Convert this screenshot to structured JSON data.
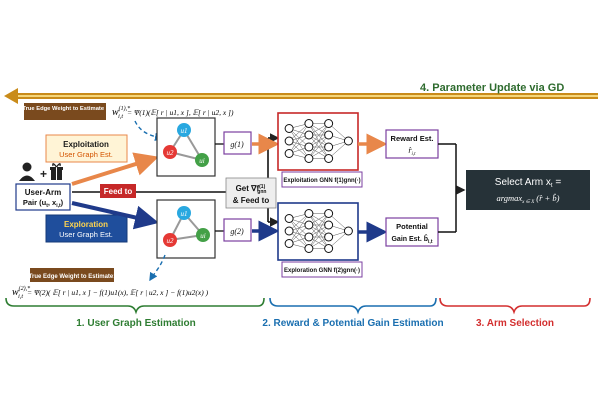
{
  "top_arrow": {
    "label": "4. Parameter Update via GD",
    "color": "#c98b1a"
  },
  "true_edge_top": {
    "tag": "True Edge Weight to Estimate :",
    "formula_lhs": "w",
    "formula_sup": "(1),*",
    "formula_sub": "i,t",
    "formula_rhs": "= Ψ(1)(𝔼[ r | u1, x ], 𝔼[ r | u2, x ])"
  },
  "true_edge_bottom": {
    "tag": "True Edge Weight to Estimate:",
    "formula_lhs": "w",
    "formula_sup": "(2),*",
    "formula_sub": "i,t",
    "formula_rhs": "= Ψ(2)( 𝔼[ r | u1, x ] − f(1)u1(x), 𝔼[ r | u2, x ] − f(1)u2(x) )"
  },
  "exploitation_box": {
    "title": "Exploitation",
    "subtitle": "User Graph Est."
  },
  "exploration_box": {
    "title": "Exploration",
    "subtitle": "User Graph Est."
  },
  "user_arm": {
    "label_line1": "User-Arm",
    "label_line2": "Pair (u",
    "label_line2_tail": ", x",
    "close": ")"
  },
  "feed_to": "Feed to",
  "get_grad": {
    "line1": "Get ∇f",
    "line1_sub": "gnn",
    "line1_sup": "(1)",
    "line2": "& Feed to"
  },
  "graph_top": {
    "nodes": [
      "u1",
      "u2",
      "ui"
    ],
    "label": "g(1)"
  },
  "graph_bottom": {
    "nodes": [
      "u1",
      "u2",
      "ui"
    ],
    "label": "g(2)"
  },
  "gnn_top": {
    "label": "Exploitation GNN f(1)gnn(·)"
  },
  "gnn_bottom": {
    "label": "Exploration GNN f(2)gnn(·)"
  },
  "reward_est": {
    "line1": "Reward Est.",
    "line2": "r̂"
  },
  "gain_est": {
    "line1": "Potential",
    "line2": "Gain Est.  b̂"
  },
  "select_arm": {
    "line1": "Select Arm x",
    "line1_tail": " =",
    "line2": "argmax",
    "line2_tail": "(r̂ + b̂)"
  },
  "sections": [
    {
      "label": "1. User Graph Estimation",
      "color": "#2e7d32"
    },
    {
      "label": "2. Reward & Potential Gain Estimation",
      "color": "#1a6fb0"
    },
    {
      "label": "3. Arm Selection",
      "color": "#d32f2f"
    }
  ],
  "colors": {
    "orange": "#e8874a",
    "navy": "#1f3a8a",
    "brown_tag": "#7a4a1e",
    "purple": "#7b3fa1",
    "dark": "#263238",
    "red_tag": "#c62828",
    "blue_node": "#29a8e0",
    "red_node": "#e53935",
    "green_node": "#43a047"
  }
}
